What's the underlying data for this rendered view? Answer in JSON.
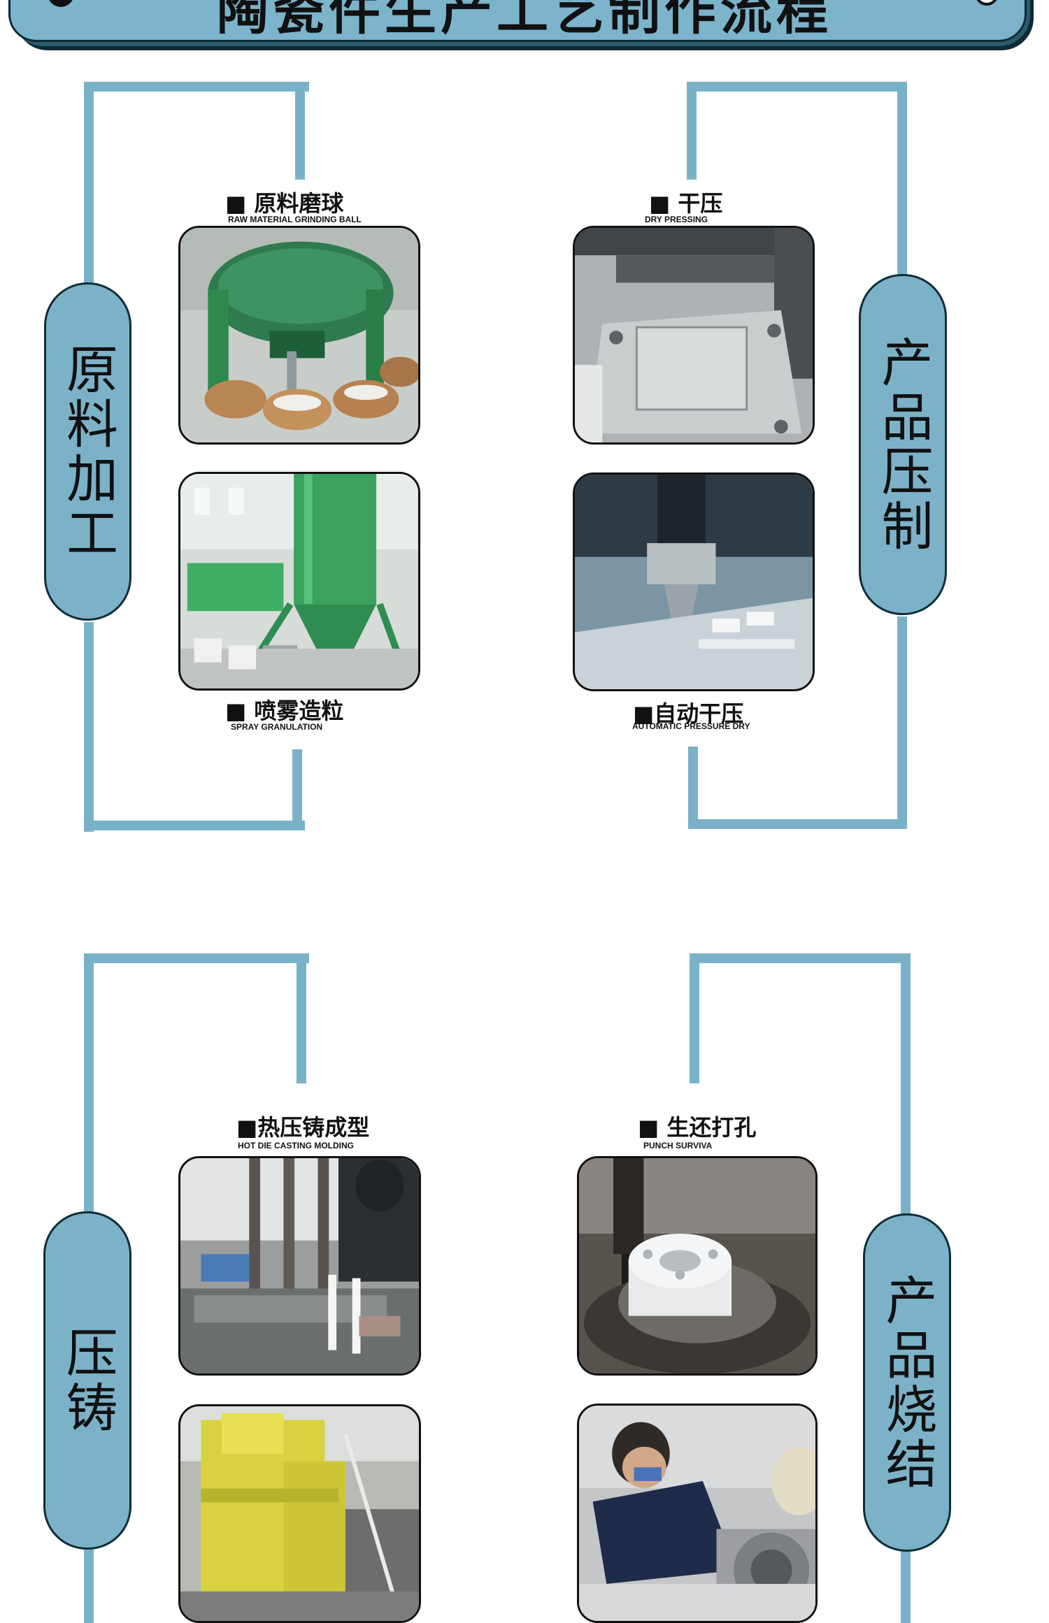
{
  "header": {
    "title": "陶瓷件生产工艺制作流程"
  },
  "sections": [
    {
      "pill": "原料加工",
      "steps": [
        {
          "cn": "■ 原料磨球",
          "en": "RAW MATERIAL GRINDING BALL"
        },
        {
          "cn": "■ 喷雾造粒",
          "en": "SPRAY GRANULATION"
        }
      ]
    },
    {
      "pill": "产品压制",
      "steps": [
        {
          "cn": "■  干压",
          "en": "DRY PRESSING"
        },
        {
          "cn": "■自动干压",
          "en": "AUTOMATIC PRESSURE DRY"
        }
      ]
    },
    {
      "pill": "压铸",
      "steps": [
        {
          "cn": "■热压铸成型",
          "en": "HOT DIE CASTING MOLDING"
        }
      ]
    },
    {
      "pill": "产品烧结",
      "steps": [
        {
          "cn": "■  生还打孔",
          "en": "PUNCH SURVIVA"
        }
      ]
    }
  ],
  "colors": {
    "accent": "#7cb2c8",
    "outline": "#0f2d38",
    "text": "#111111"
  }
}
